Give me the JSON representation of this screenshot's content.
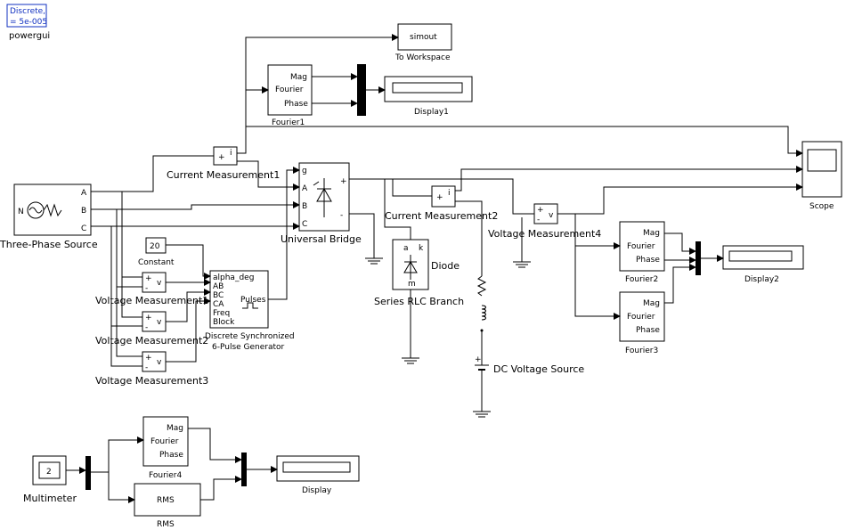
{
  "powergui": {
    "mode": "Discrete,",
    "ts": "= 5e-005",
    "name": "powergui"
  },
  "source": {
    "name": "Three-Phase Source",
    "ports": [
      "A",
      "B",
      "C"
    ],
    "n_label": "N"
  },
  "bridge": {
    "name": "Universal Bridge",
    "ports": [
      "g",
      "A",
      "B",
      "C",
      "+",
      "-"
    ]
  },
  "current1": {
    "name": "Current Measurement1",
    "plus": "+",
    "i": "i"
  },
  "current2": {
    "name": "Current Measurement2",
    "plus": "+",
    "i": "i"
  },
  "voltage4": {
    "name": "Voltage Measurement4",
    "plus": "+",
    "minus": "-",
    "v": "v"
  },
  "vm_upper": {
    "name": "Voltage Measurement1"
  },
  "vm_mid": {
    "name": "Voltage Measurement2"
  },
  "vm3": {
    "name": "Voltage Measurement3"
  },
  "constant": {
    "value": "20",
    "name": "Constant"
  },
  "pulsegen": {
    "name_line1": "Discrete Synchronized",
    "name_line2": "6-Pulse Generator",
    "ports": [
      "alpha_deg",
      "AB",
      "BC",
      "CA",
      "Freq",
      "Block"
    ],
    "out": "Pulses"
  },
  "diode": {
    "name": "Diode",
    "a": "a",
    "k": "k",
    "m": "m"
  },
  "rlc": {
    "name": "Series RLC Branch"
  },
  "dc": {
    "name": "DC Voltage Source",
    "plus": "+"
  },
  "scope": {
    "name": "Scope"
  },
  "simout": {
    "label": "simout",
    "name": "To Workspace"
  },
  "fourier1": {
    "mag": "Mag",
    "fourier": "Fourier",
    "phase": "Phase",
    "name": "Fourier1"
  },
  "fourier2": {
    "mag": "Mag",
    "fourier": "Fourier",
    "phase": "Phase",
    "name": "Fourier2"
  },
  "fourier3": {
    "mag": "Mag",
    "fourier": "Fourier",
    "phase": "Phase",
    "name": "Fourier3"
  },
  "fourier4": {
    "mag": "Mag",
    "fourier": "Fourier",
    "phase": "Phase",
    "name": "Fourier4"
  },
  "display1": {
    "name": "Display1"
  },
  "display2": {
    "name": "Display2"
  },
  "display": {
    "name": "Display"
  },
  "multimeter": {
    "value": "2",
    "name": "Multimeter"
  },
  "rms": {
    "label": "RMS",
    "name": "RMS"
  }
}
